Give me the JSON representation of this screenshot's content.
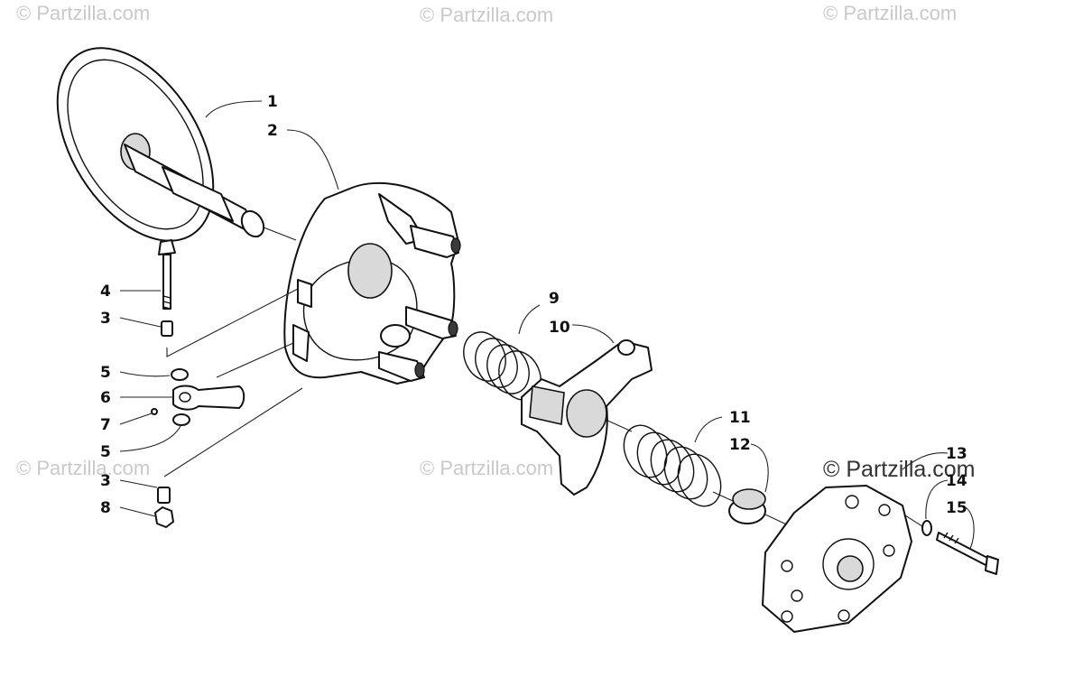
{
  "watermarks": {
    "top_left": "© Partzilla.com",
    "top_center": "© Partzilla.com",
    "top_right": "© Partzilla.com",
    "mid_left": "© Partzilla.com",
    "mid_center": "© Partzilla.com",
    "mid_right": "© Partzilla.com"
  },
  "callouts": [
    "1",
    "2",
    "3",
    "4",
    "5",
    "6",
    "7",
    "5",
    "3",
    "8",
    "9",
    "10",
    "11",
    "12",
    "13",
    "14",
    "15"
  ]
}
